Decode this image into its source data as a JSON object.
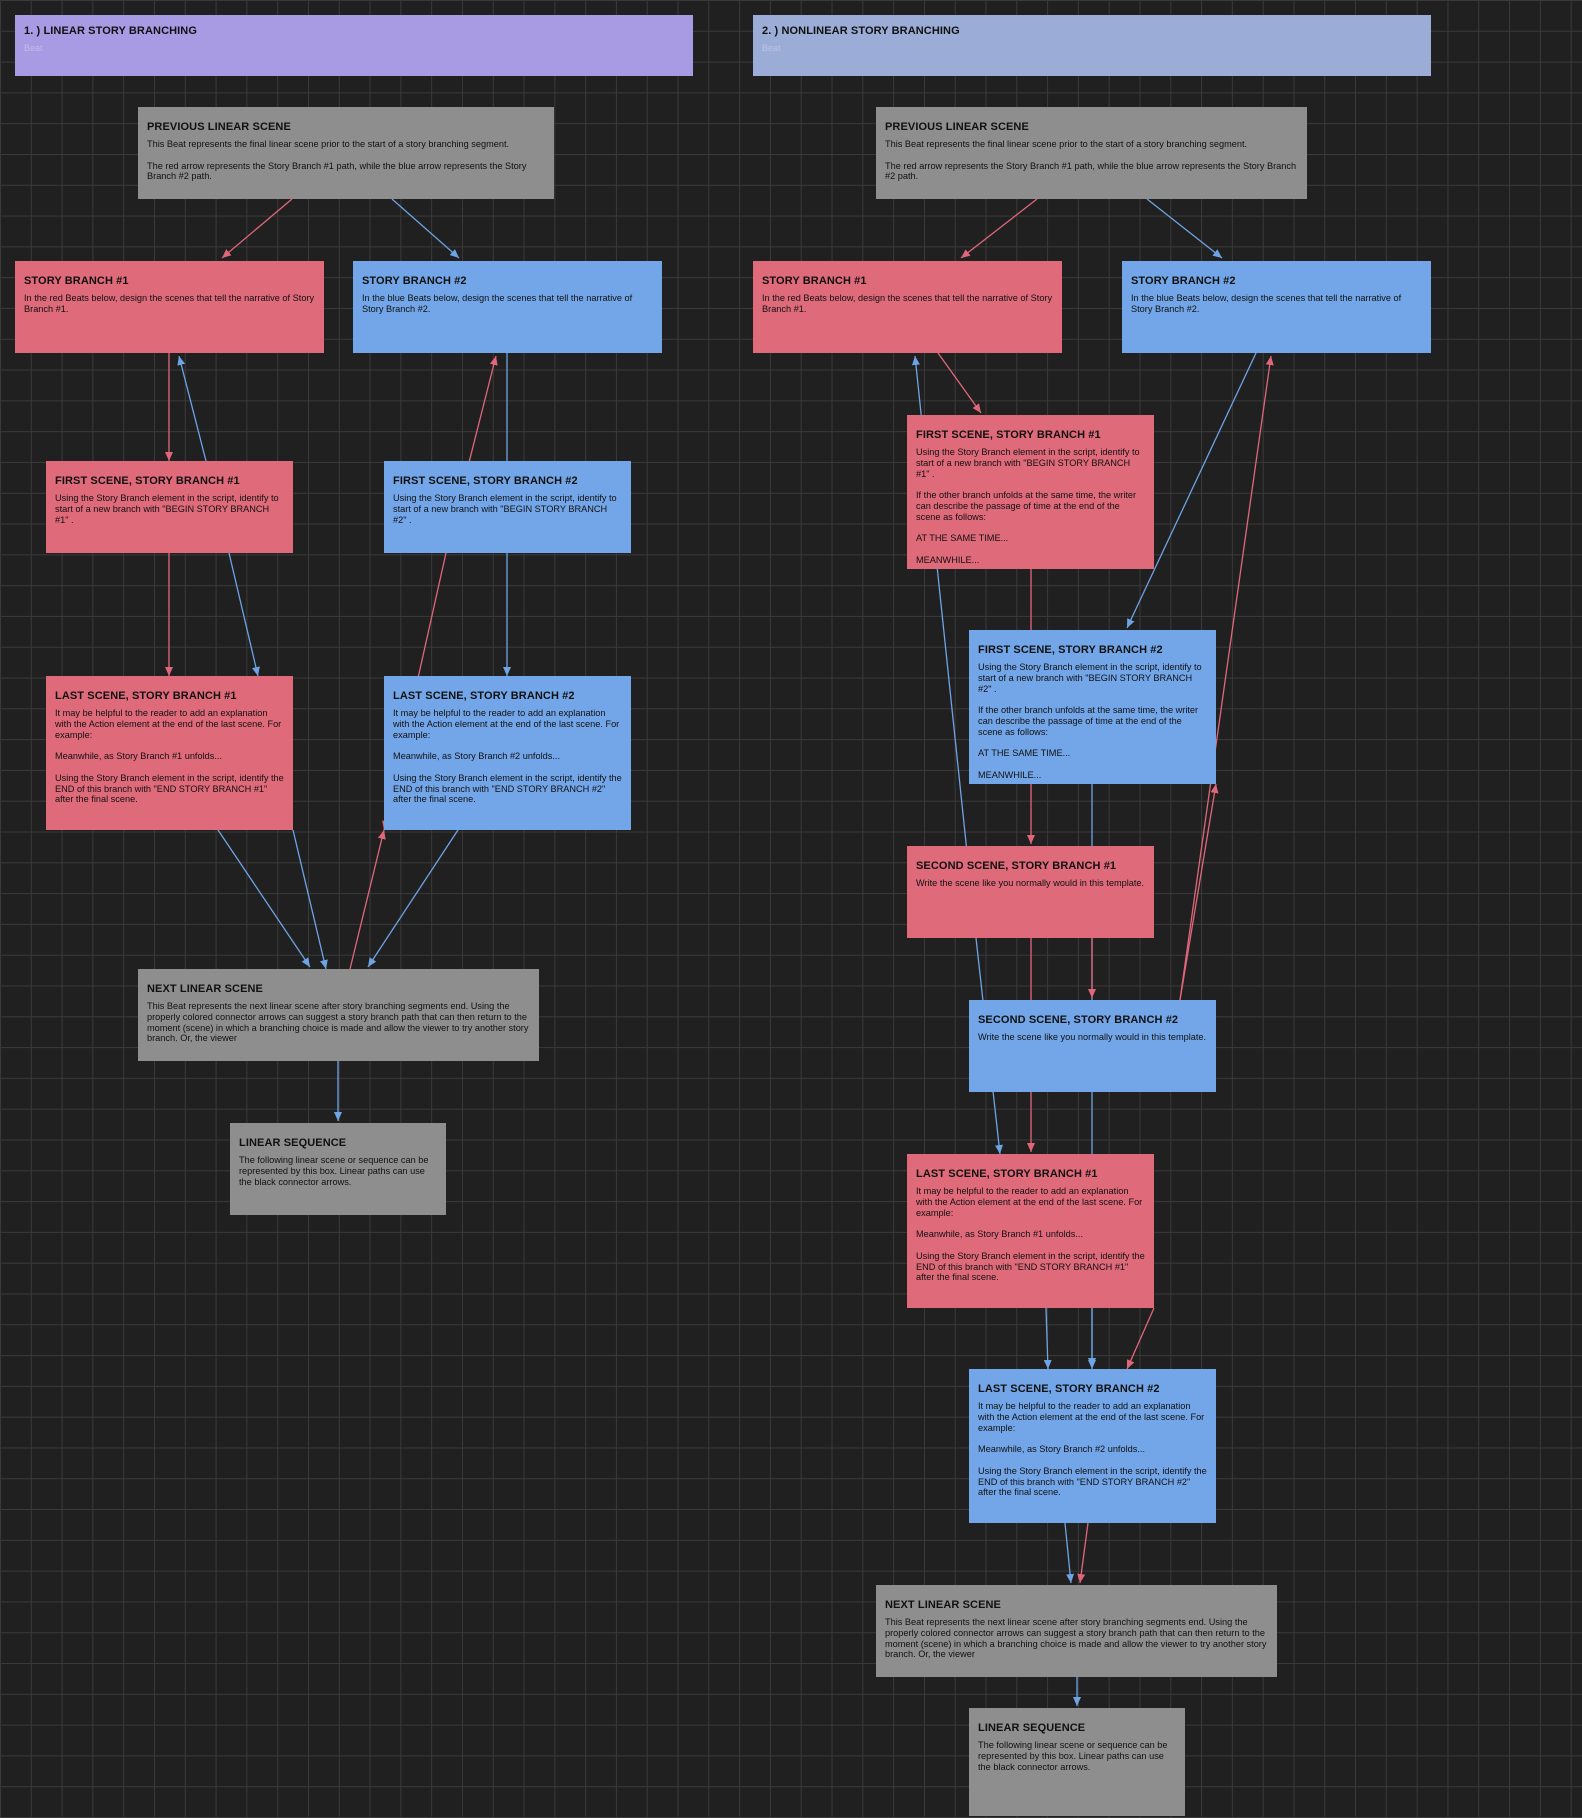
{
  "colors": {
    "red": "#df6a7a",
    "blue": "#73a6e8",
    "grey": "#8e8e8e",
    "purple": "#a99ae4",
    "steel": "#9badd6",
    "red_arrow": "#e0677a",
    "blue_arrow": "#6ea3e4"
  },
  "sections": {
    "linear": {
      "title": "1. ) LINEAR STORY BRANCHING",
      "subtitle": "Beat"
    },
    "nonlinear": {
      "title": "2. ) NONLINEAR STORY BRANCHING",
      "subtitle": "Beat"
    }
  },
  "beats": {
    "l_prev": {
      "title": "PREVIOUS LINEAR SCENE",
      "paragraphs": [
        "This Beat represents the final linear scene prior to the start of a story branching segment.",
        "The red arrow represents the Story Branch #1 path, while the blue arrow represents the Story Branch #2 path."
      ]
    },
    "l_sb1": {
      "title": "STORY BRANCH #1",
      "paragraphs": [
        "In the red Beats below, design the scenes that tell the narrative of Story Branch #1."
      ]
    },
    "l_sb2": {
      "title": "STORY BRANCH #2",
      "paragraphs": [
        "In the blue Beats below, design the scenes that tell the narrative of Story Branch #2."
      ]
    },
    "l_fs1": {
      "title": "FIRST SCENE, STORY BRANCH #1",
      "paragraphs": [
        "Using the Story Branch element in the script, identify to start of a new branch with \"BEGIN STORY BRANCH #1\" ."
      ]
    },
    "l_fs2": {
      "title": "FIRST SCENE, STORY BRANCH #2",
      "paragraphs": [
        "Using the Story Branch element in the script, identify to start of a new branch with \"BEGIN STORY BRANCH #2\" ."
      ]
    },
    "l_ls1": {
      "title": "LAST SCENE, STORY BRANCH #1",
      "paragraphs": [
        "It may be helpful to the reader to add an explanation with the Action element at the end of the last scene. For example:",
        "Meanwhile, as Story Branch #1 unfolds...",
        "Using the Story Branch element in the script, identify the END of this branch with \"END STORY BRANCH #1\"  after the final scene."
      ]
    },
    "l_ls2": {
      "title": "LAST SCENE, STORY BRANCH #2",
      "paragraphs": [
        "It may be helpful to the reader to add an explanation with the Action element at the end of the last scene. For example:",
        "Meanwhile, as Story Branch #2 unfolds...",
        "Using the Story Branch element in the script, identify the END of this branch with \"END STORY BRANCH #2\"  after the final scene."
      ]
    },
    "l_next": {
      "title": "NEXT LINEAR SCENE",
      "paragraphs": [
        "This Beat represents the next linear scene after story branching segments end. Using the properly colored connector arrows can suggest a story branch path that can then return to the moment (scene) in which a branching choice is made and allow the viewer to try another story branch. Or, the viewer"
      ]
    },
    "l_seq": {
      "title": "LINEAR SEQUENCE",
      "paragraphs": [
        "The following linear scene or sequence can be represented by this box. Linear paths can use the black connector arrows."
      ]
    },
    "n_prev": {
      "title": "PREVIOUS LINEAR SCENE",
      "paragraphs": [
        "This Beat represents the final linear scene prior to the start of a story branching segment.",
        "The red arrow represents the Story Branch #1 path, while the blue arrow represents the Story Branch #2 path."
      ]
    },
    "n_sb1": {
      "title": "STORY BRANCH #1",
      "paragraphs": [
        "In the red Beats below, design the scenes that tell the narrative of Story Branch #1."
      ]
    },
    "n_sb2": {
      "title": "STORY BRANCH #2",
      "paragraphs": [
        "In the blue Beats below, design the scenes that tell the narrative of Story Branch #2."
      ]
    },
    "n_fs1": {
      "title": "FIRST SCENE, STORY BRANCH #1",
      "paragraphs": [
        "Using the Story Branch element in the script, identify to start of a new branch with \"BEGIN STORY BRANCH #1\" .",
        "If the other branch unfolds at the same time, the writer can describe the passage of time at the end of the scene as follows:",
        "AT THE SAME TIME...",
        "MEANWHILE..."
      ]
    },
    "n_fs2": {
      "title": "FIRST SCENE, STORY BRANCH #2",
      "paragraphs": [
        "Using the Story Branch element in the script, identify to start of a new branch with \"BEGIN STORY BRANCH #2\" .",
        "If the other branch unfolds at the same time, the writer can describe the passage of time at the end of the scene as follows:",
        "AT THE SAME TIME...",
        "MEANWHILE..."
      ]
    },
    "n_ss1": {
      "title": "SECOND SCENE, STORY BRANCH #1",
      "paragraphs": [
        "Write the scene like you normally would in this template."
      ]
    },
    "n_ss2": {
      "title": "SECOND SCENE, STORY BRANCH #2",
      "paragraphs": [
        "Write the scene like you normally would in this template."
      ]
    },
    "n_ls1": {
      "title": "LAST SCENE, STORY BRANCH #1",
      "paragraphs": [
        "It may be helpful to the reader to add an explanation with the Action element at the end of the last scene. For example:",
        "Meanwhile, as Story Branch #1 unfolds...",
        "Using the Story Branch element in the script, identify the END of this branch with \"END STORY BRANCH #1\"  after the final scene."
      ]
    },
    "n_ls2": {
      "title": "LAST SCENE, STORY BRANCH #2",
      "paragraphs": [
        "It may be helpful to the reader to add an explanation with the Action element at the end of the last scene. For example:",
        "Meanwhile, as Story Branch #2 unfolds...",
        "Using the Story Branch element in the script, identify the END of this branch with \"END STORY BRANCH #2\"  after the final scene."
      ]
    },
    "n_next": {
      "title": "NEXT LINEAR SCENE",
      "paragraphs": [
        "This Beat represents the next linear scene after story branching segments end. Using the properly colored connector arrows can suggest a story branch path that can then return to the moment (scene) in which a branching choice is made and allow the viewer to try another story branch. Or, the viewer"
      ]
    },
    "n_seq": {
      "title": "LINEAR SEQUENCE",
      "paragraphs": [
        "The following linear scene or sequence can be represented by this box. Linear paths can use the black connector arrows."
      ]
    }
  }
}
